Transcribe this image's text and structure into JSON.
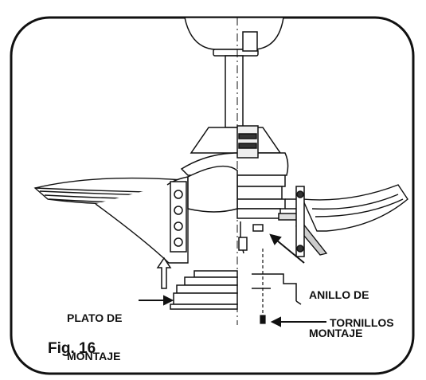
{
  "figure": {
    "caption": "Fig. 16"
  },
  "labels": {
    "mounting_plate_line1": "PLATO DE",
    "mounting_plate_line2": "MONTAJE",
    "mounting_ring_line1": "ANILLO DE",
    "mounting_ring_line2": "MONTAJE",
    "screws": "TORNILLOS"
  },
  "colors": {
    "ink": "#111111",
    "background": "#ffffff"
  },
  "icons": [
    "up-arrow-icon",
    "left-arrow-icon",
    "screw-icon"
  ]
}
